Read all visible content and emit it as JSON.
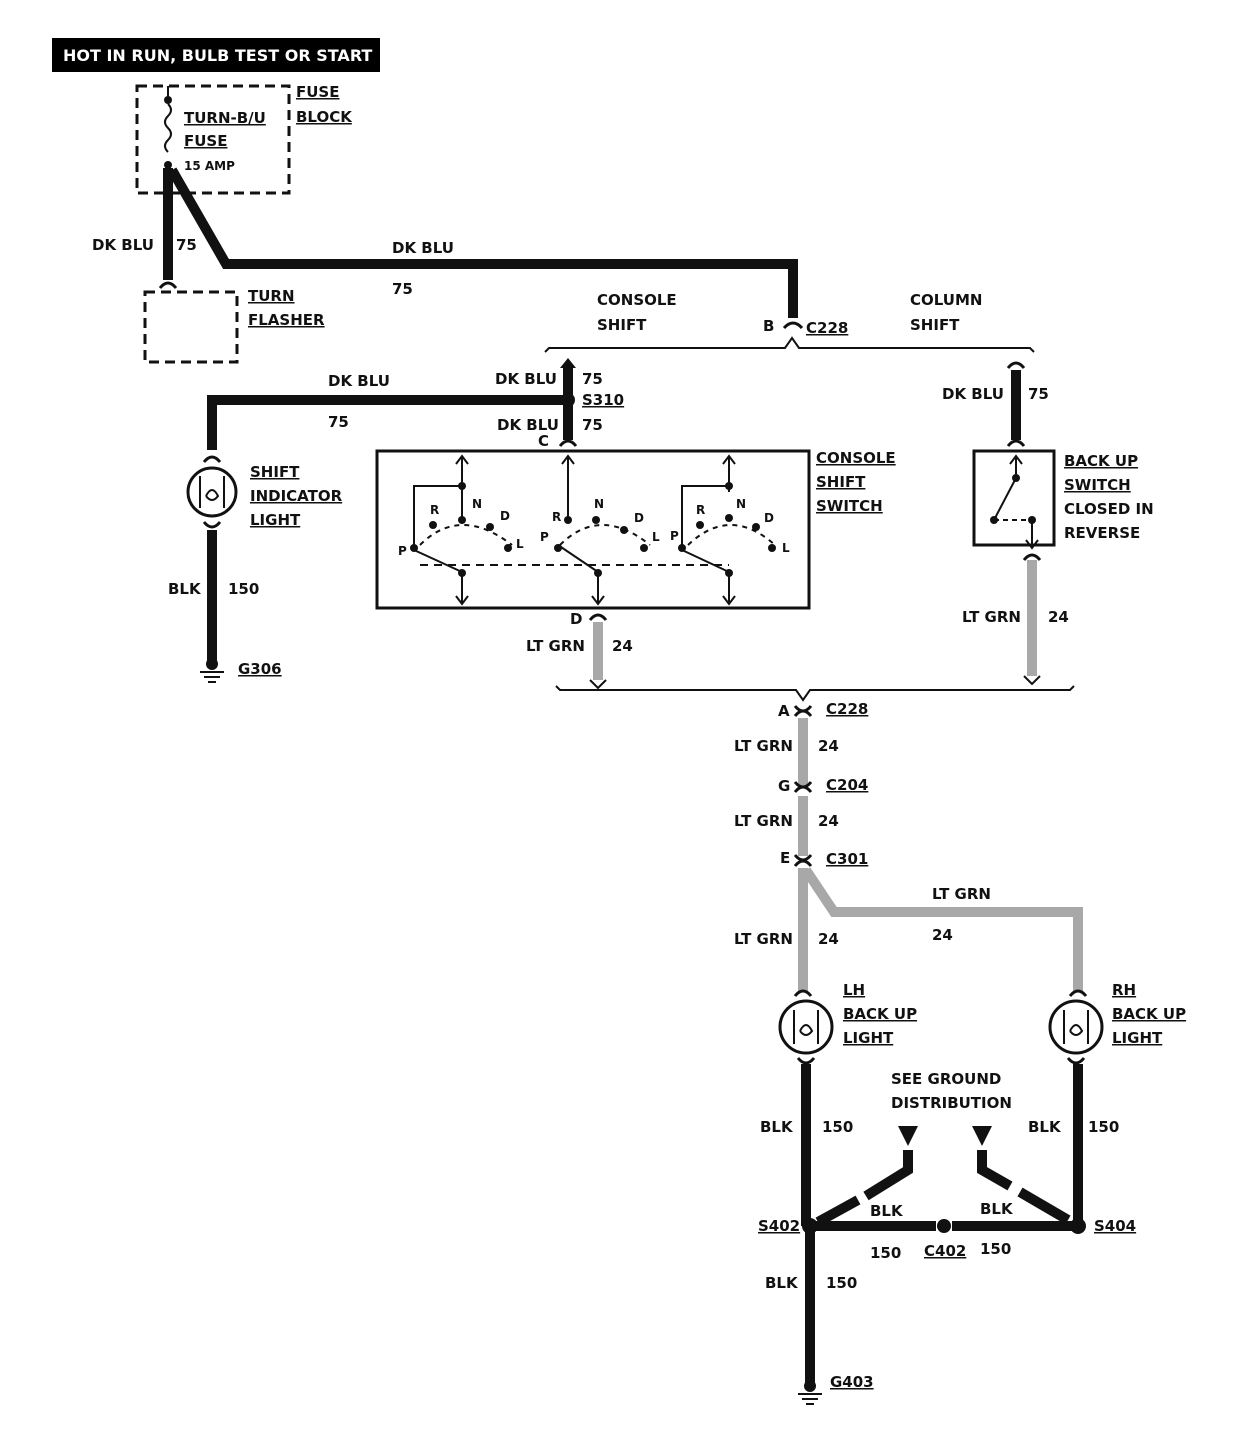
{
  "header": "HOT IN RUN,  BULB TEST OR START",
  "fuse_block": {
    "label_1": "FUSE",
    "label_2": "BLOCK",
    "fuse_name_1": "TURN-B/U",
    "fuse_name_2": "FUSE",
    "rating": "15 AMP"
  },
  "turn_flasher": {
    "label_1": "TURN",
    "label_2": "FLASHER"
  },
  "wires": {
    "dk_blu": "DK BLU",
    "lt_grn": "LT GRN",
    "blk": "BLK",
    "c75": "75",
    "c24": "24",
    "c150": "150"
  },
  "branches": {
    "console_1": "CONSOLE",
    "console_2": "SHIFT",
    "column_1": "COLUMN",
    "column_2": "SHIFT"
  },
  "connectors": {
    "c228": "C228",
    "c204": "C204",
    "c301": "C301",
    "c402": "C402"
  },
  "pins": {
    "a": "A",
    "b": "B",
    "c": "C",
    "d": "D",
    "e": "E",
    "g": "G"
  },
  "splices": {
    "s310": "S310",
    "s402": "S402",
    "s404": "S404"
  },
  "grounds": {
    "g306": "G306",
    "g403": "G403"
  },
  "shift_indicator": {
    "line_1": "SHIFT",
    "line_2": "INDICATOR",
    "line_3": "LIGHT"
  },
  "console_switch": {
    "line_1": "CONSOLE",
    "line_2": "SHIFT",
    "line_3": "SWITCH",
    "positions": [
      "P",
      "R",
      "N",
      "D",
      "L"
    ]
  },
  "backup_switch": {
    "line_1": "BACK UP",
    "line_2": "SWITCH",
    "line_3": "CLOSED IN",
    "line_4": "REVERSE"
  },
  "lh_light": {
    "line_1": "LH",
    "line_2": "BACK UP",
    "line_3": "LIGHT"
  },
  "rh_light": {
    "line_1": "RH",
    "line_2": "BACK UP",
    "line_3": "LIGHT"
  },
  "ground_note": {
    "line_1": "SEE GROUND",
    "line_2": "DISTRIBUTION"
  },
  "colors": {
    "wire_dark": "#111111",
    "wire_ltgrn": "#a8a8a8",
    "background": "#ffffff"
  }
}
